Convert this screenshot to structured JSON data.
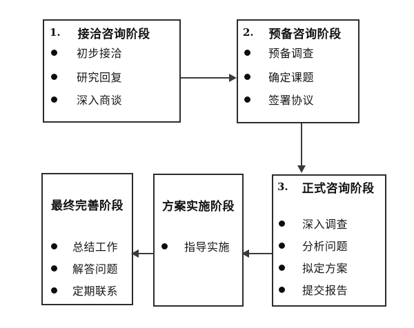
{
  "diagram": {
    "title": "",
    "type": "flowchart",
    "colors": {
      "box_border": "#2b2b2b",
      "connector": "#3a3a3a",
      "bullet": "#0d0d0d",
      "text": "#161616",
      "background": "#ffffff"
    },
    "nodes": [
      {
        "id": "stage1",
        "number": "1.",
        "heading": "接洽咨询阶段",
        "items": [
          "初步接洽",
          "研究回复",
          "深入商谈"
        ]
      },
      {
        "id": "stage2",
        "number": "2.",
        "heading": "预备咨询阶段",
        "items": [
          "预备调查",
          "确定课题",
          "签署协议"
        ]
      },
      {
        "id": "stage3",
        "number": "3.",
        "heading": "正式咨询阶段",
        "items": [
          "深入调查",
          "分析问题",
          "拟定方案",
          "提交报告"
        ]
      },
      {
        "id": "stage4",
        "number": "",
        "heading": "方案实施阶段",
        "items": [
          "指导实施"
        ]
      },
      {
        "id": "stage5",
        "number": "",
        "heading": "最终完善阶段",
        "items": [
          "总结工作",
          "解答问题",
          "定期联系"
        ]
      }
    ],
    "edges": [
      {
        "id": "e1",
        "from": "stage1",
        "to": "stage2",
        "direction": "right"
      },
      {
        "id": "e2",
        "from": "stage2",
        "to": "stage3",
        "direction": "down"
      },
      {
        "id": "e3",
        "from": "stage3",
        "to": "stage4",
        "direction": "left"
      },
      {
        "id": "e4",
        "from": "stage4",
        "to": "stage5",
        "direction": "left"
      }
    ]
  }
}
